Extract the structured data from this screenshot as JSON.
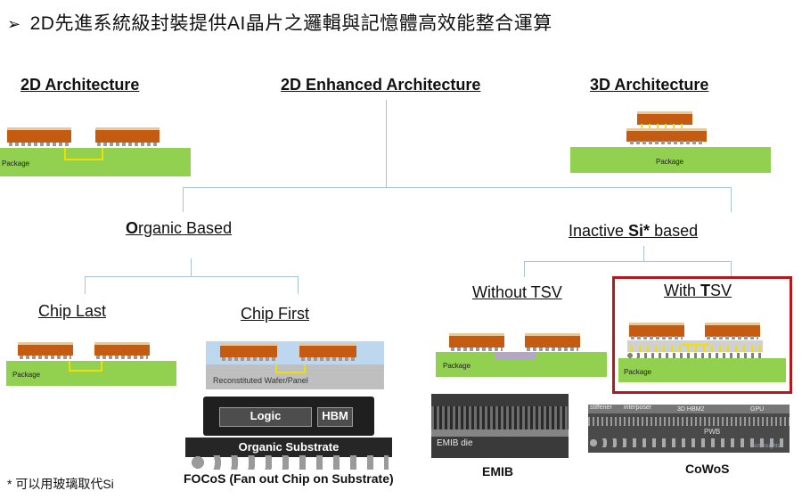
{
  "title": "2D先進系統級封裝提供AI晶片之邏輯與記憶體高效能整合運算",
  "headers": {
    "arch_2d": "2D Architecture",
    "arch_2d_enhanced": "2D Enhanced Architecture",
    "arch_3d": "3D Architecture"
  },
  "branches": {
    "organic_first": "O",
    "organic_rest": "rganic Based",
    "inactive_pre": "Inactive ",
    "inactive_si": "Si*",
    "inactive_post": " based"
  },
  "leaves": {
    "chip_last": "Chip Last",
    "chip_first": "Chip First",
    "without_tsv": "Without TSV",
    "with_pre": "With ",
    "with_t": "T",
    "with_post": "SV"
  },
  "labels": {
    "package": "Package",
    "reconstituted": "Reconstituted Wafer/Panel",
    "logic": "Logic",
    "hbm": "HBM",
    "organic_substrate": "Organic Substrate",
    "emib_die": "EMIB die",
    "interposer": "interposer",
    "hbm2": "3D HBM2",
    "gpu": "GPU",
    "stiffener": "stiffener",
    "pwb": "PWB",
    "techinsights": "TechInsights"
  },
  "captions": {
    "focos": "FOCoS (Fan out Chip on Substrate)",
    "emib": "EMIB",
    "cowos": "CoWoS"
  },
  "footnote": "* 可以用玻璃取代Si",
  "colors": {
    "package_green": "#92d050",
    "die_orange": "#c55a11",
    "bridge_yellow": "#f0e000",
    "highlight_red": "#b0191e",
    "connector_blue": "#a9c4d8"
  }
}
